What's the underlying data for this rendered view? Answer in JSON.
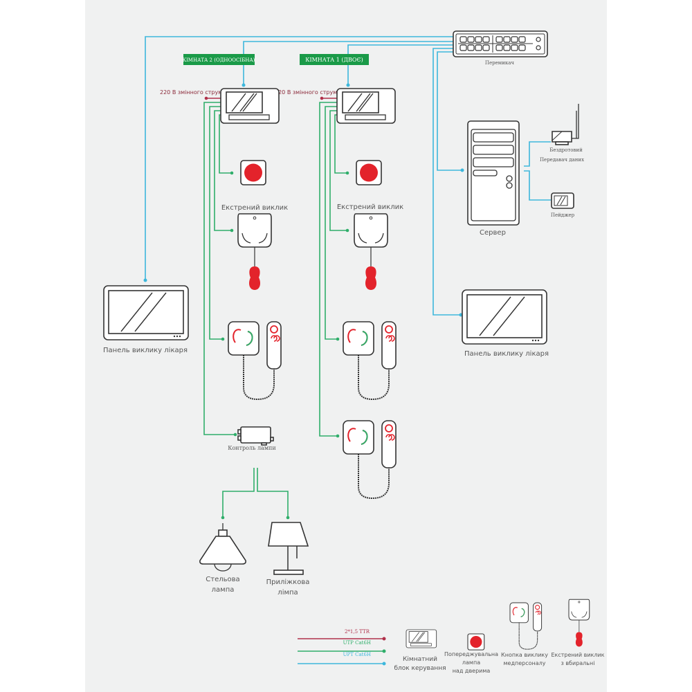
{
  "colors": {
    "background": "#f0f1f1",
    "utp": "#2fae6a",
    "upt": "#3db7dc",
    "power": "#b0304a",
    "room_label": "#1a9a48",
    "alarm": "#e3232b"
  },
  "switch": {
    "label": "Перемикач",
    "icon": "network-switch-icon"
  },
  "rooms": [
    {
      "label": "КІМНАТА 2 (ОДНООСІБНА)",
      "power": "220 В змінного струму",
      "emergency_label": "Екстрений виклик",
      "lamp_control": "Контроль лампи"
    },
    {
      "label": "КІМНАТА 1 (ДВОЄ)",
      "power": "220 В змінного струму",
      "emergency_label": "Екстрений виклик"
    }
  ],
  "lamps": {
    "ceiling": [
      "Стельова",
      "лампа"
    ],
    "bedside": [
      "Приліжкова",
      "лімпа"
    ]
  },
  "doctor_panel_left": "Панель виклику лікаря",
  "doctor_panel_right": "Панель виклику лікаря",
  "server": {
    "label": "Сервер",
    "wireless": [
      "Бездротовий",
      "Передавач даних"
    ],
    "pager": "Пейджер"
  },
  "legend": {
    "lines": [
      {
        "label": "2*1,5 TTR",
        "color": "#b0304a"
      },
      {
        "label": "UTP Cat6H",
        "color": "#2fae6a"
      },
      {
        "label": "UPT Cat6H",
        "color": "#3db7dc"
      }
    ],
    "control_unit": [
      "Кімнатний",
      "блок керування"
    ],
    "warning_lamp": [
      "Попереджувальна",
      "лампа",
      "над дверима"
    ],
    "nurse_call": [
      "Кнопка виклику",
      "медперсоналу"
    ],
    "bathroom_call": [
      "Екстрений виклик",
      "з вбиральні"
    ]
  }
}
